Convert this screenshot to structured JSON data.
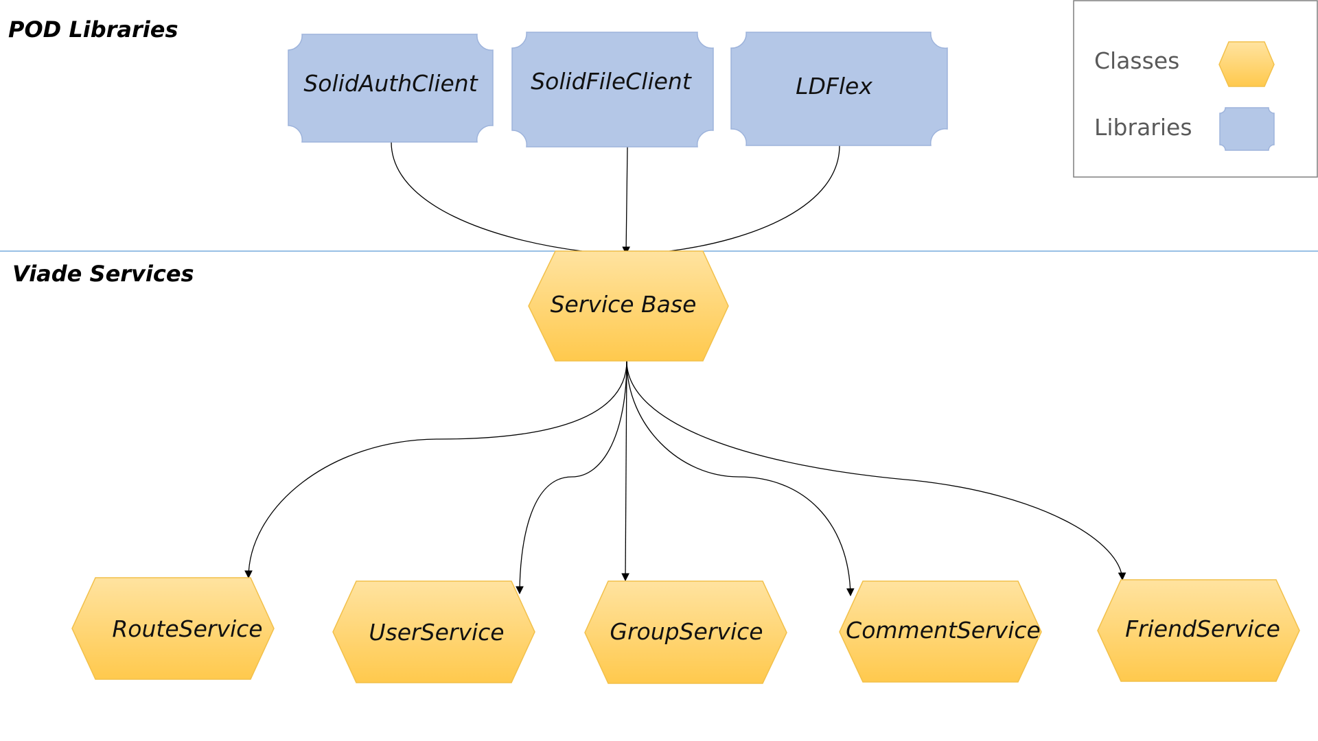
{
  "sections": {
    "pod_libraries": "POD Libraries",
    "viade_services": "Viade Services"
  },
  "libraries": [
    {
      "id": "solid-auth-client",
      "label": "SolidAuthClient"
    },
    {
      "id": "solid-file-client",
      "label": "SolidFileClient"
    },
    {
      "id": "ldflex",
      "label": "LDFlex"
    }
  ],
  "base_class": {
    "id": "service-base",
    "label": "Service Base"
  },
  "services": [
    {
      "id": "route-service",
      "label": "RouteService"
    },
    {
      "id": "user-service",
      "label": "UserService"
    },
    {
      "id": "group-service",
      "label": "GroupService"
    },
    {
      "id": "comment-service",
      "label": "CommentService"
    },
    {
      "id": "friend-service",
      "label": "FriendService"
    }
  ],
  "edges": [
    {
      "from": "solid-auth-client",
      "to": "service-base"
    },
    {
      "from": "solid-file-client",
      "to": "service-base"
    },
    {
      "from": "ldflex",
      "to": "service-base"
    },
    {
      "from": "service-base",
      "to": "route-service"
    },
    {
      "from": "service-base",
      "to": "user-service"
    },
    {
      "from": "service-base",
      "to": "group-service"
    },
    {
      "from": "service-base",
      "to": "comment-service"
    },
    {
      "from": "service-base",
      "to": "friend-service"
    }
  ],
  "legend": {
    "classes_label": "Classes",
    "libraries_label": "Libraries"
  },
  "colors": {
    "class_fill_top": "#FFE3A0",
    "class_fill_bottom": "#FFC94D",
    "class_stroke": "#F2C04A",
    "library_fill": "#B4C7E7",
    "library_stroke": "#9DB3DB",
    "divider": "#5B9BD5",
    "edge": "#000000",
    "legend_border": "#7F7F7F"
  }
}
